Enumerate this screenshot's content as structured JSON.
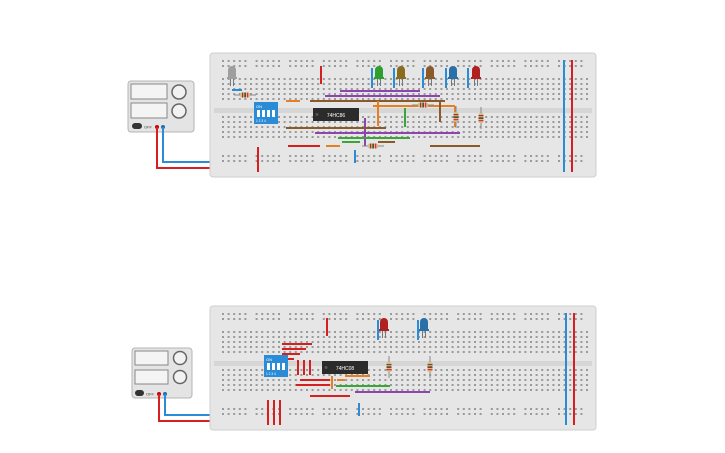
{
  "circuits": [
    {
      "chip_label": "74HC86",
      "dip_label": "ON",
      "dip_numbers": "1 2 3 4",
      "psu_switch_label": "OFF",
      "leds": [
        "#9e9e9e",
        "#2e9e2e",
        "#8b6b1e",
        "#8b5a2b",
        "#2a6fa8",
        "#b02020"
      ]
    },
    {
      "chip_label": "74HC08",
      "dip_label": "ON",
      "dip_numbers": "1 2 3 4",
      "psu_switch_label": "OFF",
      "leds": [
        "#b02020",
        "#2a6fa8"
      ]
    }
  ],
  "colors": {
    "board": "#e6e6e6",
    "rail_red": "#d33",
    "rail_blue": "#2a8bd6",
    "wire_purple": "#8e44ad",
    "wire_orange": "#e67e22",
    "wire_green": "#3aa63a",
    "wire_brown": "#8b5a2b",
    "wire_red": "#d62020",
    "wire_blue": "#2a8bd6",
    "dip_blue": "#2a8bd6",
    "chip": "#2b2b2b"
  }
}
